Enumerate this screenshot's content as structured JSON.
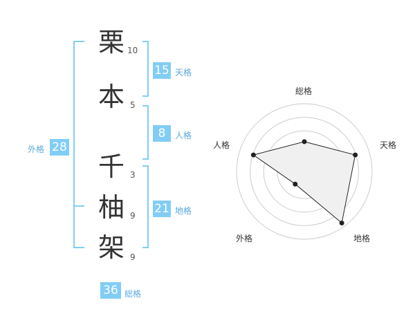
{
  "characters": [
    {
      "kanji": "栗",
      "strokes": "10"
    },
    {
      "kanji": "本",
      "strokes": "5"
    },
    {
      "kanji": "千",
      "strokes": "3"
    },
    {
      "kanji": "柚",
      "strokes": "9"
    },
    {
      "kanji": "架",
      "strokes": "9"
    }
  ],
  "scores": {
    "tenkaku": {
      "value": "15",
      "label": "天格"
    },
    "jinkaku": {
      "value": "8",
      "label": "人格"
    },
    "chikaku": {
      "value": "21",
      "label": "地格"
    },
    "gaikaku": {
      "value": "28",
      "label": "外格"
    },
    "soukaku": {
      "value": "36",
      "label": "総格"
    }
  },
  "radar": {
    "axes": [
      "総格",
      "天格",
      "地格",
      "外格",
      "人格"
    ],
    "values": [
      0.44,
      0.79,
      0.94,
      0.23,
      0.79
    ],
    "colors": {
      "fill": "#f0f0f0",
      "line": "#222222",
      "grid": "#cccccc"
    }
  },
  "colors": {
    "bracket": "#82cdf6",
    "badge": "#82cdf6",
    "label": "#5aa9e0"
  }
}
